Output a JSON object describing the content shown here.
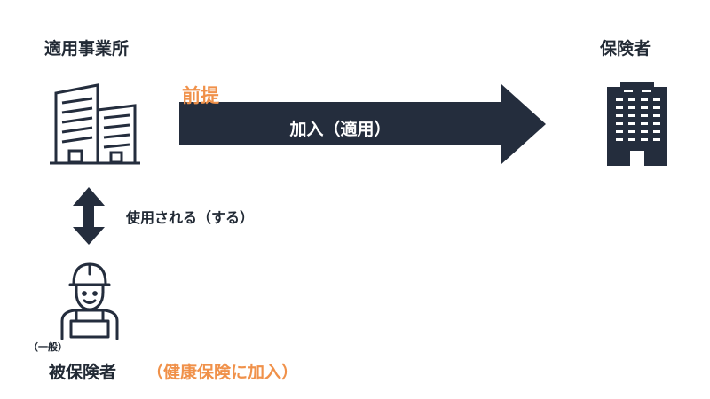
{
  "employer": {
    "label": "適用事業所",
    "icon": "office-buildings-icon"
  },
  "insurer": {
    "label": "保険者",
    "icon": "insurer-building-icon"
  },
  "premise": {
    "label": "前提"
  },
  "enrollment_arrow": {
    "label": "加入（適用）",
    "color": "#242d3d"
  },
  "employment": {
    "label": "使用される（する）",
    "icon": "double-arrow-icon"
  },
  "insured": {
    "qualifier": "（一般）",
    "label": "被保険者",
    "extra": "（健康保険に加入）",
    "icon": "construction-worker-icon"
  },
  "colors": {
    "navy": "#242d3d",
    "accent": "#f0914a"
  }
}
